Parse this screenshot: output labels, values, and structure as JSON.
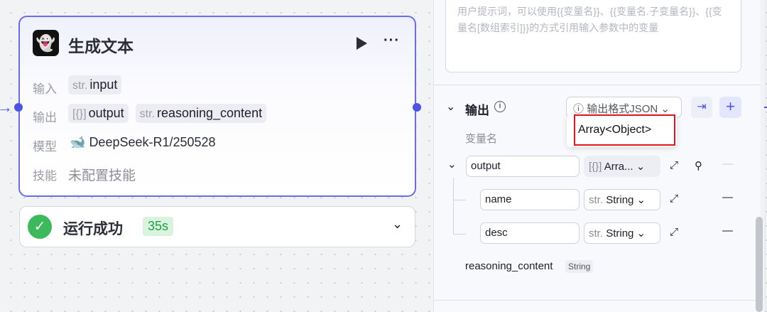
{
  "node": {
    "title": "生成文本",
    "rows": {
      "input_label": "输入",
      "output_label": "输出",
      "model_label": "模型",
      "skill_label": "技能"
    },
    "input_tag": {
      "prefix": "str.",
      "name": "input"
    },
    "output_tags": [
      {
        "prefix": "[{}]",
        "name": "output"
      },
      {
        "prefix": "str.",
        "name": "reasoning_content"
      }
    ],
    "model": "DeepSeek-R1/250528",
    "skill": "未配置技能"
  },
  "status": {
    "text": "运行成功",
    "duration": "35s"
  },
  "panel": {
    "prompt_placeholder": "用户提示词，可以使用{{变量名}}、{{变量名.子变量名}}、{{变量名[数组索引]}}的方式引用输入参数中的变量",
    "output_title": "输出",
    "format_label": "输出格式JSON",
    "tooltip": "Array<Object>",
    "var_name_header": "变量名",
    "rows": [
      {
        "name": "output",
        "type_prefix": "[{}]",
        "type": "Arra..."
      },
      {
        "name": "name",
        "type_prefix": "str.",
        "type": "String"
      },
      {
        "name": "desc",
        "type_prefix": "str.",
        "type": "String"
      }
    ],
    "reasoning": {
      "name": "reasoning_content",
      "type": "String"
    }
  },
  "colors": {
    "accent": "#4d53e8",
    "success": "#3cb95a",
    "highlight": "#e5141a"
  }
}
